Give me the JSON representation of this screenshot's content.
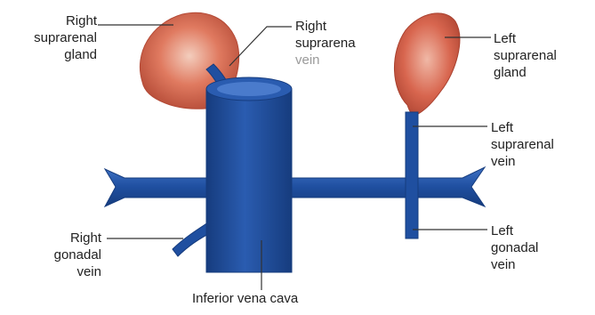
{
  "colors": {
    "vessel": "#1f4fa0",
    "vessel_dark": "#163c7e",
    "vessel_light": "#3f72c4",
    "gland": "#d8664f",
    "gland_light": "#f0b8a6",
    "gland_dark": "#b44a36",
    "leader_line": "#333333",
    "label_text": "#222222"
  },
  "labels": {
    "right_suprarenal_gland": [
      "Right",
      "suprarenal",
      "gland"
    ],
    "right_suprarenal_vein": [
      "Right",
      "suprarena",
      "vein"
    ],
    "left_suprarenal_gland": [
      "Left",
      "suprarenal",
      "gland"
    ],
    "left_suprarenal_vein": [
      "Left",
      "suprarenal",
      "vein"
    ],
    "left_gonadal_vein": [
      "Left",
      "gonadal",
      "vein"
    ],
    "right_gonadal_vein": [
      "Right",
      "gonadal",
      "vein"
    ],
    "inferior_vena_cava": "Inferior vena cava"
  }
}
